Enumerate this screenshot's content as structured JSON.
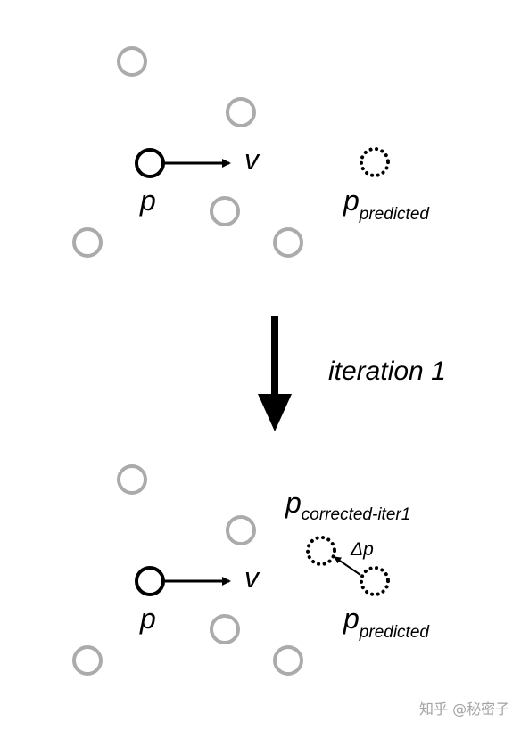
{
  "top": {
    "position_label": "p",
    "velocity_label": "v",
    "predicted_base": "p",
    "predicted_sub": "predicted"
  },
  "arrow_label": "iteration 1",
  "bottom": {
    "position_label": "p",
    "velocity_label": "v",
    "corrected_base": "p",
    "corrected_sub": "corrected-iter1",
    "delta_label": "Δp",
    "predicted_base": "p",
    "predicted_sub": "predicted"
  },
  "watermark": "知乎 @秘密子",
  "colors": {
    "neighbor": "#ababab",
    "particle": "#000000",
    "watermark": "#a3a3a3"
  }
}
